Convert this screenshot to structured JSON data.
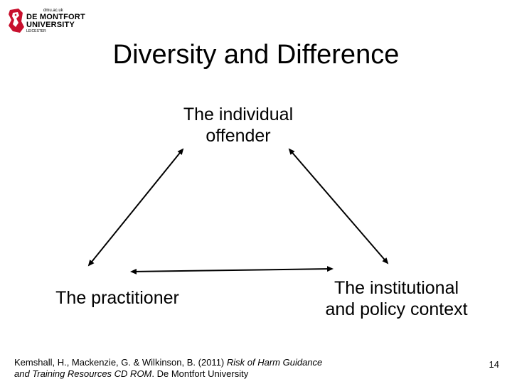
{
  "logo": {
    "line1": "dmu.ac.uk",
    "line2": "DE MONTFORT",
    "line3": "UNIVERSITY",
    "line4": "LEICESTER",
    "brand_color": "#c8102e"
  },
  "slide": {
    "title": "Diversity and Difference",
    "page_number": "14"
  },
  "diagram": {
    "nodes": {
      "top": {
        "line1": "The individual",
        "line2": "offender"
      },
      "left": {
        "line1": "The practitioner"
      },
      "right": {
        "line1": "The institutional",
        "line2": "and policy context"
      }
    },
    "arrows": [
      {
        "from": "top",
        "to": "left"
      },
      {
        "from": "top",
        "to": "right"
      },
      {
        "from": "left",
        "to": "right"
      }
    ],
    "arrow_color": "#000000"
  },
  "citation": {
    "part1": "Kemshall, H., Mackenzie, G. & Wilkinson, B. (2011) ",
    "italic1": "Risk of Harm Guidance and Training Resources CD ROM",
    "part2": ". De Montfort University"
  }
}
